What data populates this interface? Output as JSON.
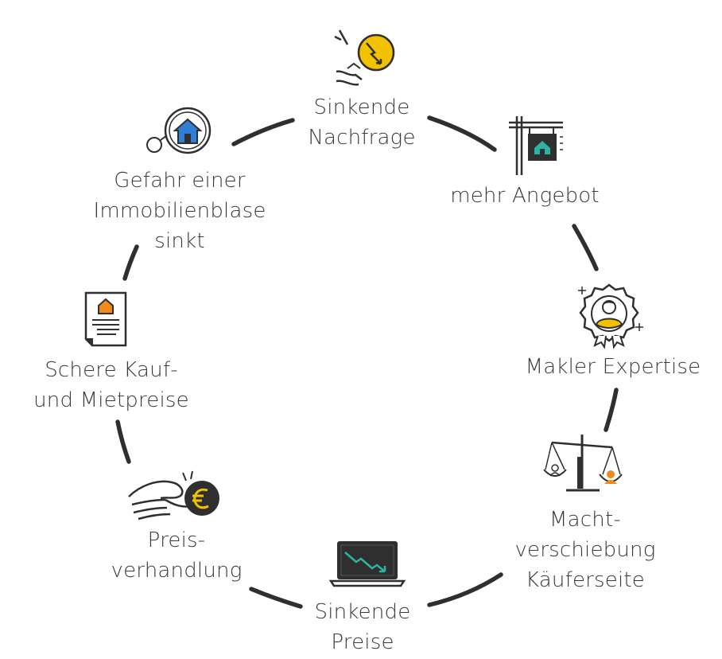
{
  "colors": {
    "line": "#2f2f2f",
    "yellow": "#f2c200",
    "blue": "#2f7fd6",
    "teal": "#2bb3a6",
    "orange": "#f08a1a",
    "dark": "#3a3a3a"
  },
  "steps": [
    {
      "icon": "falling-coin-icon",
      "lines": [
        "Sinkende",
        "Nachfrage"
      ]
    },
    {
      "icon": "for-sale-sign-icon",
      "lines": [
        "mehr Angebot"
      ]
    },
    {
      "icon": "agent-badge-icon",
      "lines": [
        "Makler Expertise"
      ]
    },
    {
      "icon": "scales-icon",
      "lines": [
        "Macht-",
        "verschiebung",
        "Käuferseite"
      ]
    },
    {
      "icon": "laptop-falling-chart-icon",
      "lines": [
        "Sinkende",
        "Preise"
      ]
    },
    {
      "icon": "hand-euro-coin-icon",
      "lines": [
        "Preis-",
        "verhandlung"
      ]
    },
    {
      "icon": "document-house-icon",
      "lines": [
        "Schere Kauf-",
        "und Mietpreise"
      ]
    },
    {
      "icon": "house-magnifier-icon",
      "lines": [
        "Gefahr einer",
        "Immobilienblase",
        "sinkt"
      ]
    }
  ]
}
